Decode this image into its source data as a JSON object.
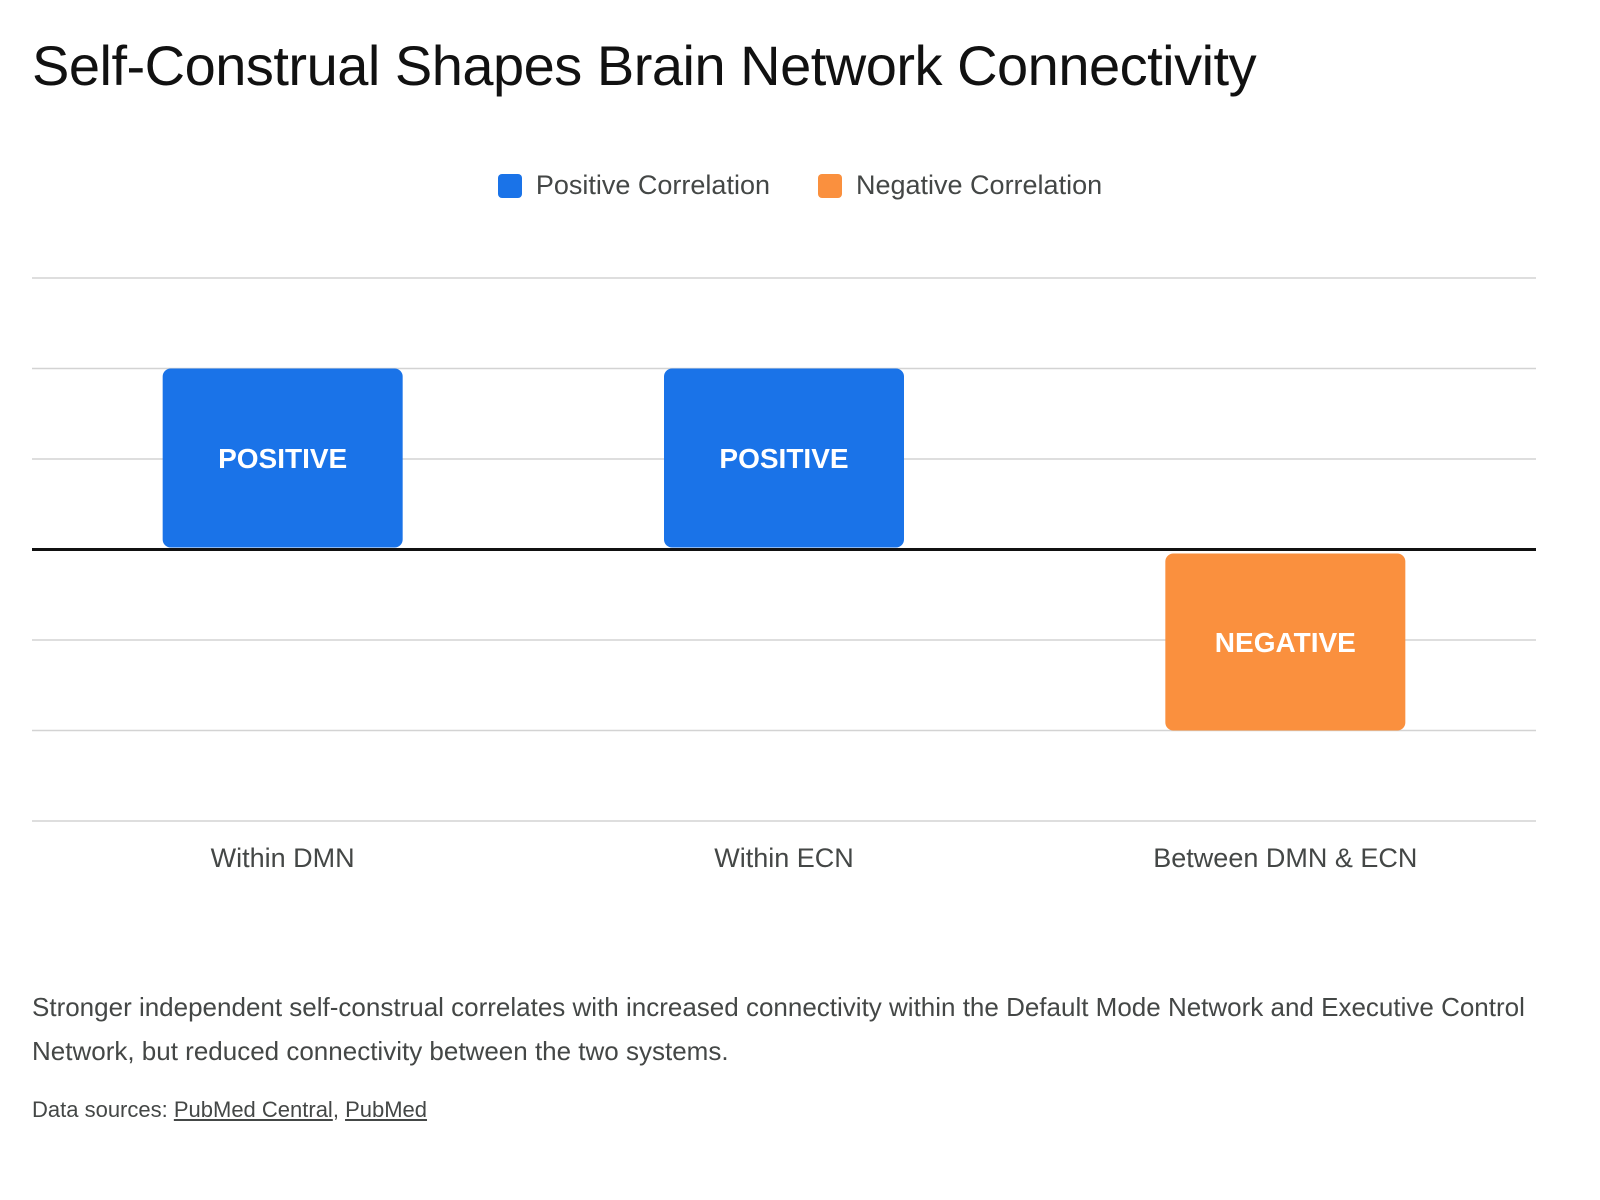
{
  "title": "Self-Construal Shapes Brain Network Connectivity",
  "legend": [
    {
      "label": "Positive Correlation",
      "color": "#1a73e8"
    },
    {
      "label": "Negative Correlation",
      "color": "#fa903e"
    }
  ],
  "chart_data": {
    "type": "bar",
    "categories": [
      "Within DMN",
      "Within ECN",
      "Between DMN & ECN"
    ],
    "values": [
      1,
      1,
      -1
    ],
    "bar_labels": [
      "POSITIVE",
      "POSITIVE",
      "NEGATIVE"
    ],
    "series_of_bar": [
      "Positive Correlation",
      "Positive Correlation",
      "Negative Correlation"
    ],
    "ylim": [
      -1.5,
      1.5
    ],
    "grid": true,
    "legend_position": "top-center",
    "colors": {
      "positive": "#1a73e8",
      "negative": "#fa903e",
      "grid": "#d3d3d3",
      "zero_line": "#111111"
    }
  },
  "description": "Stronger independent self-construal correlates with increased connectivity within the Default Mode Network and Executive Control Network, but reduced connectivity between the two systems.",
  "sources": {
    "prefix": "Data sources: ",
    "links": [
      "PubMed Central",
      "PubMed"
    ],
    "separator": ", "
  }
}
